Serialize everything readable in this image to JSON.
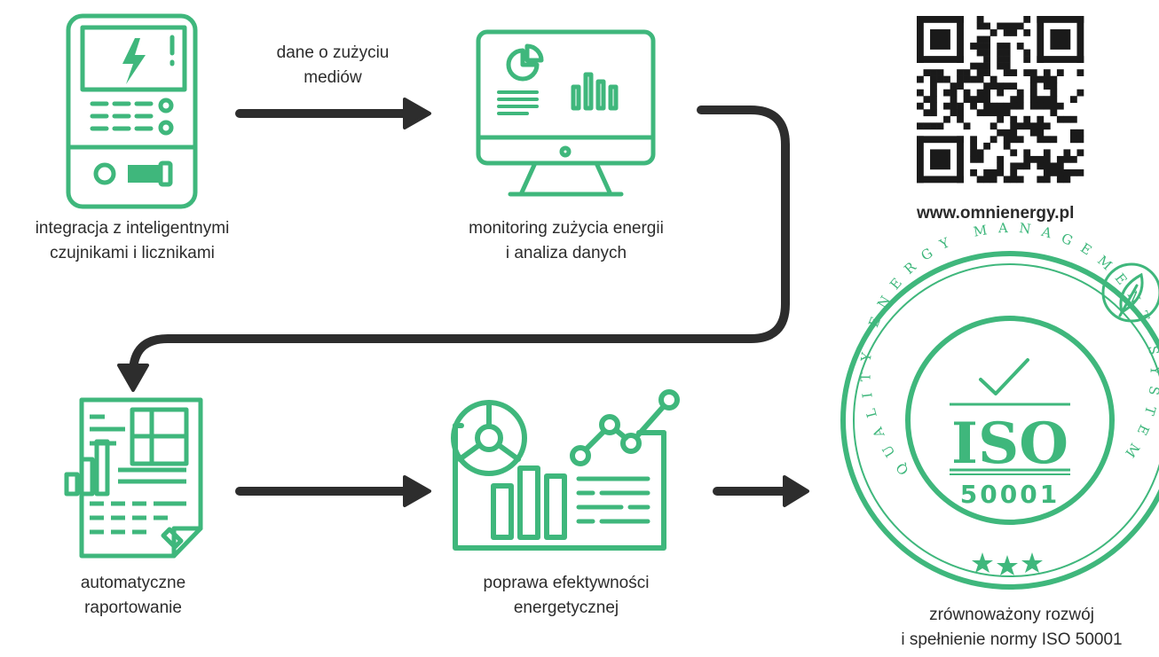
{
  "colors": {
    "accent": "#3fb77c",
    "arrow": "#2d2d2d",
    "text": "#2c2c2c"
  },
  "steps": [
    {
      "icon": "smart-meter-icon",
      "lines": [
        "integracja z inteligentnymi",
        "czujnikami i licznikami"
      ]
    },
    {
      "icon": "monitor-dashboard-icon",
      "lines": [
        "monitoring zużycia energii",
        "i analiza danych"
      ]
    },
    {
      "icon": "report-document-icon",
      "lines": [
        "automatyczne",
        "raportowanie"
      ]
    },
    {
      "icon": "analytics-dashboard-icon",
      "lines": [
        "poprawa efektywności",
        "energetycznej"
      ]
    },
    {
      "icon": "iso-badge-icon",
      "lines": [
        "zrównoważony rozwój",
        "i spełnienie normy ISO 50001"
      ]
    }
  ],
  "arrow_label": [
    "dane o zużyciu",
    "mediów"
  ],
  "website": "www.omnienergy.pl",
  "badge": {
    "ring_text": "QUALITY ENERGY MANAGEMENT SYSTEM",
    "standard": "ISO",
    "number": "50001"
  }
}
